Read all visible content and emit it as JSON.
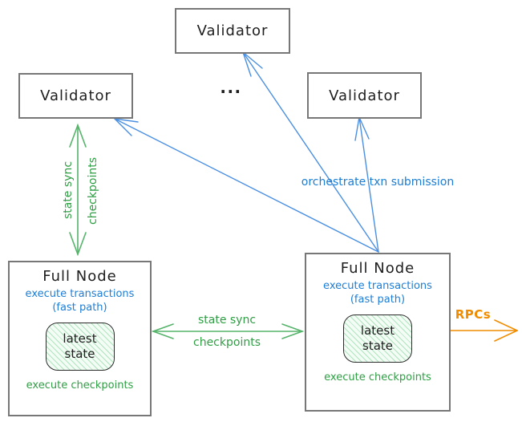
{
  "diagram": {
    "validators": {
      "top": "Validator",
      "left": "Validator",
      "right": "Validator",
      "ellipsis": "..."
    },
    "full_node_left": {
      "title": "Full Node",
      "exec_line1": "execute transactions",
      "exec_line2": "(fast path)",
      "state_line1": "latest",
      "state_line2": "state",
      "checkpoints": "execute checkpoints"
    },
    "full_node_right": {
      "title": "Full Node",
      "exec_line1": "execute transactions",
      "exec_line2": "(fast path)",
      "state_line1": "latest",
      "state_line2": "state",
      "checkpoints": "execute checkpoints"
    },
    "edges": {
      "left_state_sync": {
        "line1": "state sync",
        "line2": "checkpoints"
      },
      "mid_state_sync": {
        "line1": "state sync",
        "line2": "checkpoints"
      },
      "orchestrate": {
        "label": "orchestrate txn submission"
      },
      "rpc": {
        "label": "RPCs"
      }
    },
    "colors": {
      "blue": "#1c7ed6",
      "green": "#2f9e44",
      "orange": "#f08c00",
      "box_border": "#777777",
      "text": "#1e1e1e"
    }
  }
}
